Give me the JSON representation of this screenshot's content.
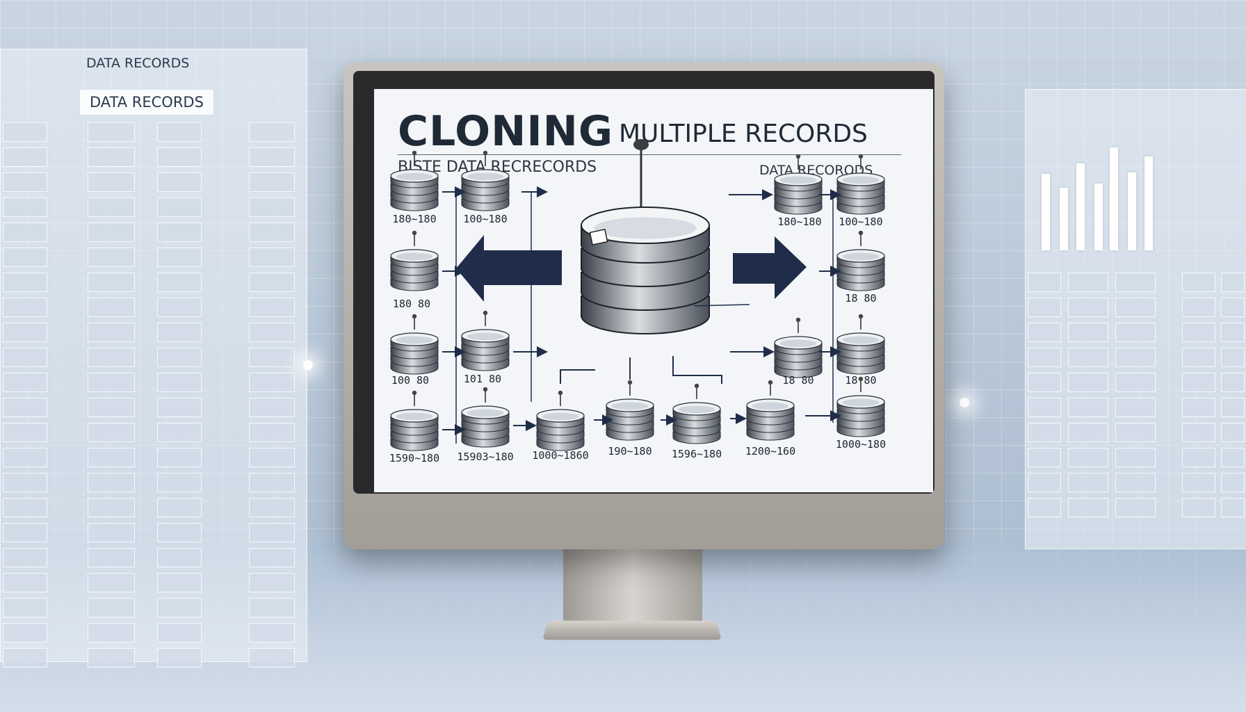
{
  "background": {
    "left_panel_header_small": "DATA RECORDS",
    "left_panel_header": "DATA RECORDS"
  },
  "screen": {
    "title_bold": "CLONING",
    "title_rest": "MULTIPLE RECORDS",
    "subtitle_left": "BISTE DATA RECRECORDS",
    "subtitle_right": "DATA RECORODS",
    "record_labels": [
      "180~180",
      "100~180",
      "180~180",
      "100~180",
      "180 80",
      "18 80",
      "100 80",
      "101 80",
      "18 80",
      "18 80",
      "1590~180",
      "15903~180",
      "1000~1860",
      "190~180",
      "1596~180",
      "1200~160",
      "1000~180"
    ]
  },
  "colors": {
    "accent": "#1f2d4a",
    "screen_bg": "#f3f5f8",
    "bezel": "#b8b3ad"
  }
}
